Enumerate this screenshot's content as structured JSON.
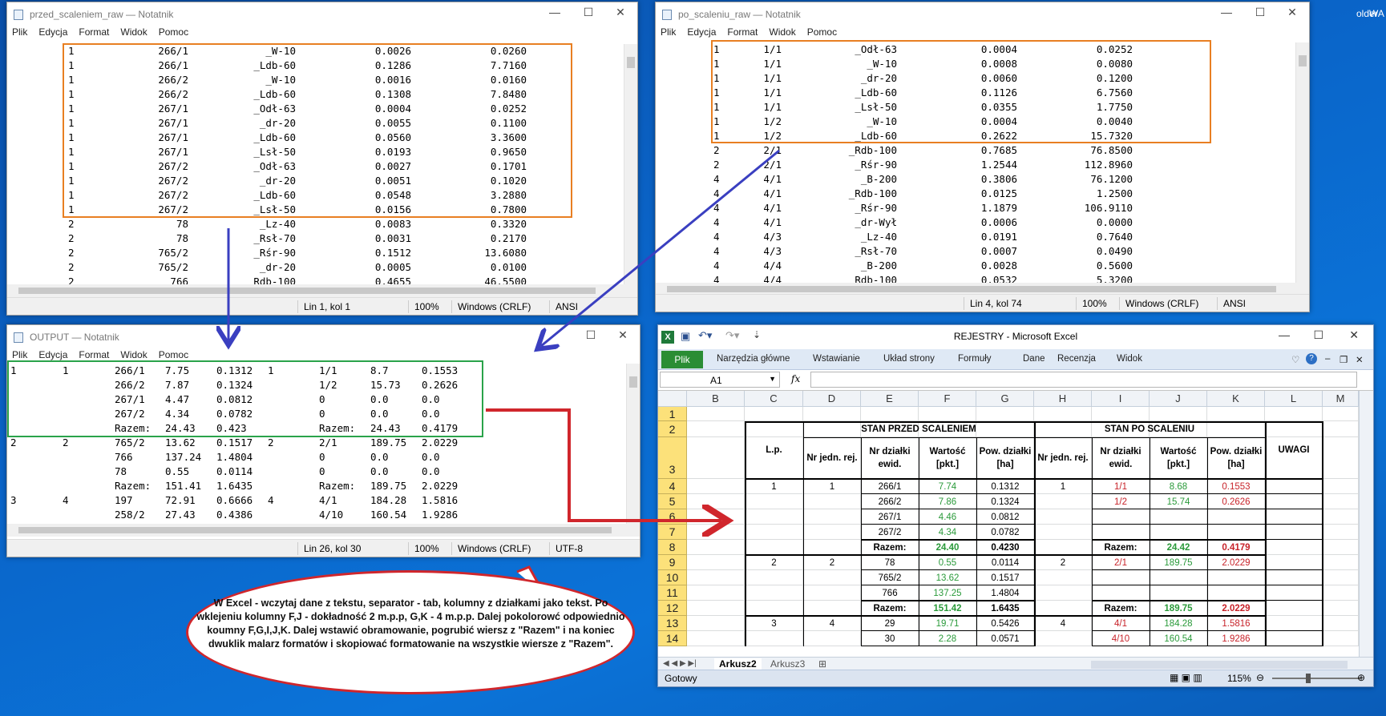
{
  "desktop": {
    "label_1": "older",
    "label_2": "WA"
  },
  "np1": {
    "title": "przed_scaleniem_raw — Notatnik",
    "menu": [
      "Plik",
      "Edycja",
      "Format",
      "Widok",
      "Pomoc"
    ],
    "rows": [
      [
        "1",
        "266/1",
        "_W-10",
        "0.0026",
        "0.0260"
      ],
      [
        "1",
        "266/1",
        "_Ldb-60",
        "0.1286",
        "7.7160"
      ],
      [
        "1",
        "266/2",
        "_W-10",
        "0.0016",
        "0.0160"
      ],
      [
        "1",
        "266/2",
        "_Ldb-60",
        "0.1308",
        "7.8480"
      ],
      [
        "1",
        "267/1",
        "_Odł-63",
        "0.0004",
        "0.0252"
      ],
      [
        "1",
        "267/1",
        "_dr-20",
        "0.0055",
        "0.1100"
      ],
      [
        "1",
        "267/1",
        "_Ldb-60",
        "0.0560",
        "3.3600"
      ],
      [
        "1",
        "267/1",
        "_Lsł-50",
        "0.0193",
        "0.9650"
      ],
      [
        "1",
        "267/2",
        "_Odł-63",
        "0.0027",
        "0.1701"
      ],
      [
        "1",
        "267/2",
        "_dr-20",
        "0.0051",
        "0.1020"
      ],
      [
        "1",
        "267/2",
        "_Ldb-60",
        "0.0548",
        "3.2880"
      ],
      [
        "1",
        "267/2",
        "_Lsł-50",
        "0.0156",
        "0.7800"
      ],
      [
        "2",
        "78",
        "_Lz-40",
        "0.0083",
        "0.3320"
      ],
      [
        "2",
        "78",
        "_Rsł-70",
        "0.0031",
        "0.2170"
      ],
      [
        "2",
        "765/2",
        "_Rśr-90",
        "0.1512",
        "13.6080"
      ],
      [
        "2",
        "765/2",
        "_dr-20",
        "0.0005",
        "0.0100"
      ],
      [
        "2",
        "766",
        "Rdb-100",
        "0.4655",
        "46.5500"
      ]
    ],
    "status": {
      "pos": "Lin 1, kol 1",
      "zoom": "100%",
      "eol": "Windows (CRLF)",
      "enc": "ANSI"
    }
  },
  "np2": {
    "title": "po_scaleniu_raw — Notatnik",
    "menu": [
      "Plik",
      "Edycja",
      "Format",
      "Widok",
      "Pomoc"
    ],
    "rows": [
      [
        "1",
        "1/1",
        "_Odł-63",
        "0.0004",
        "0.0252"
      ],
      [
        "1",
        "1/1",
        "_W-10",
        "0.0008",
        "0.0080"
      ],
      [
        "1",
        "1/1",
        "_dr-20",
        "0.0060",
        "0.1200"
      ],
      [
        "1",
        "1/1",
        "_Ldb-60",
        "0.1126",
        "6.7560"
      ],
      [
        "1",
        "1/1",
        "_Lsł-50",
        "0.0355",
        "1.7750"
      ],
      [
        "1",
        "1/2",
        "_W-10",
        "0.0004",
        "0.0040"
      ],
      [
        "1",
        "1/2",
        "_Ldb-60",
        "0.2622",
        "15.7320"
      ],
      [
        "2",
        "2/1",
        "_Rdb-100",
        "0.7685",
        "76.8500"
      ],
      [
        "2",
        "2/1",
        "_Rśr-90",
        "1.2544",
        "112.8960"
      ],
      [
        "4",
        "4/1",
        "_B-200",
        "0.3806",
        "76.1200"
      ],
      [
        "4",
        "4/1",
        "_Rdb-100",
        "0.0125",
        "1.2500"
      ],
      [
        "4",
        "4/1",
        "_Rśr-90",
        "1.1879",
        "106.9110"
      ],
      [
        "4",
        "4/1",
        "_dr-Wył",
        "0.0006",
        "0.0000"
      ],
      [
        "4",
        "4/3",
        "_Lz-40",
        "0.0191",
        "0.7640"
      ],
      [
        "4",
        "4/3",
        "_Rsł-70",
        "0.0007",
        "0.0490"
      ],
      [
        "4",
        "4/4",
        "_B-200",
        "0.0028",
        "0.5600"
      ],
      [
        "4",
        "4/4",
        "Rdb-100",
        "0.0532",
        "5.3200"
      ]
    ],
    "status": {
      "pos": "Lin 4, kol 74",
      "zoom": "100%",
      "eol": "Windows (CRLF)",
      "enc": "ANSI"
    }
  },
  "np3": {
    "title": "OUTPUT — Notatnik",
    "menu": [
      "Plik",
      "Edycja",
      "Format",
      "Widok",
      "Pomoc"
    ],
    "rows": [
      [
        "1",
        "1",
        "266/1",
        "7.75",
        "0.1312",
        "1",
        "1/1",
        "8.7",
        "0.1553"
      ],
      [
        "",
        "",
        "266/2",
        "7.87",
        "0.1324",
        "",
        "1/2",
        "15.73",
        "0.2626"
      ],
      [
        "",
        "",
        "267/1",
        "4.47",
        "0.0812",
        "",
        "0",
        "0.0",
        "0.0"
      ],
      [
        "",
        "",
        "267/2",
        "4.34",
        "0.0782",
        "",
        "0",
        "0.0",
        "0.0"
      ],
      [
        "",
        "",
        "Razem:",
        "24.43",
        "0.423",
        "",
        "Razem:",
        "24.43",
        "0.4179"
      ],
      [
        "2",
        "2",
        "765/2",
        "13.62",
        "0.1517",
        "2",
        "2/1",
        "189.75",
        "2.0229"
      ],
      [
        "",
        "",
        "766",
        "137.24",
        "1.4804",
        "",
        "0",
        "0.0",
        "0.0"
      ],
      [
        "",
        "",
        "78",
        "0.55",
        "0.0114",
        "",
        "0",
        "0.0",
        "0.0"
      ],
      [
        "",
        "",
        "Razem:",
        "151.41",
        "1.6435",
        "",
        "Razem:",
        "189.75",
        "2.0229"
      ],
      [
        "3",
        "4",
        "197",
        "72.91",
        "0.6666",
        "4",
        "4/1",
        "184.28",
        "1.5816"
      ],
      [
        "",
        "",
        "258/2",
        "27.43",
        "0.4386",
        "",
        "4/10",
        "160.54",
        "1.9286"
      ]
    ],
    "status": {
      "pos": "Lin 26, kol 30",
      "zoom": "100%",
      "eol": "Windows (CRLF)",
      "enc": "UTF-8"
    }
  },
  "excel": {
    "title": "REJESTRY  -  Microsoft Excel",
    "tab_plik": "Plik",
    "tabs": [
      "Narzędzia główne",
      "Wstawianie",
      "Układ strony",
      "Formuły",
      "Dane",
      "Recenzja",
      "Widok"
    ],
    "name_box": "A1",
    "fx": "fx",
    "columns": [
      "B",
      "C",
      "D",
      "E",
      "F",
      "G",
      "H",
      "I",
      "J",
      "K",
      "L",
      "M"
    ],
    "header_before": "STAN PRZED SCALENIEM",
    "header_after": "STAN PO SCALENIU",
    "col_headers": {
      "lp": "L.p.",
      "nr_jedn": "Nr jedn. rej.",
      "nr_dz": "Nr działki ewid.",
      "wart": "Wartość [pkt.]",
      "pow": "Pow. działki [ha]",
      "nr_jedn2": "Nr jedn. rej.",
      "nr_dz2": "Nr działki ewid.",
      "wart2": "Wartość [pkt.]",
      "pow2": "Pow. działki [ha]",
      "uwagi": "UWAGI"
    },
    "row_numbers": [
      "1",
      "2",
      "3",
      "4",
      "5",
      "6",
      "7",
      "8",
      "9",
      "10",
      "11",
      "12",
      "13",
      "14"
    ],
    "rows": [
      {
        "r": "4",
        "C": "1",
        "D": "1",
        "E": "266/1",
        "F": "7.74",
        "G": "0.1312",
        "H": "1",
        "I": "1/1",
        "J": "8.68",
        "K": "0.1553"
      },
      {
        "r": "5",
        "C": "",
        "D": "",
        "E": "266/2",
        "F": "7.86",
        "G": "0.1324",
        "H": "",
        "I": "1/2",
        "J": "15.74",
        "K": "0.2626"
      },
      {
        "r": "6",
        "C": "",
        "D": "",
        "E": "267/1",
        "F": "4.46",
        "G": "0.0812",
        "H": "",
        "I": "",
        "J": "",
        "K": ""
      },
      {
        "r": "7",
        "C": "",
        "D": "",
        "E": "267/2",
        "F": "4.34",
        "G": "0.0782",
        "H": "",
        "I": "",
        "J": "",
        "K": ""
      },
      {
        "r": "8",
        "C": "",
        "D": "",
        "E": "Razem:",
        "F": "24.40",
        "G": "0.4230",
        "H": "",
        "I": "Razem:",
        "J": "24.42",
        "K": "0.4179",
        "sum": true
      },
      {
        "r": "9",
        "C": "2",
        "D": "2",
        "E": "78",
        "F": "0.55",
        "G": "0.0114",
        "H": "2",
        "I": "2/1",
        "J": "189.75",
        "K": "2.0229"
      },
      {
        "r": "10",
        "C": "",
        "D": "",
        "E": "765/2",
        "F": "13.62",
        "G": "0.1517",
        "H": "",
        "I": "",
        "J": "",
        "K": ""
      },
      {
        "r": "11",
        "C": "",
        "D": "",
        "E": "766",
        "F": "137.25",
        "G": "1.4804",
        "H": "",
        "I": "",
        "J": "",
        "K": ""
      },
      {
        "r": "12",
        "C": "",
        "D": "",
        "E": "Razem:",
        "F": "151.42",
        "G": "1.6435",
        "H": "",
        "I": "Razem:",
        "J": "189.75",
        "K": "2.0229",
        "sum": true
      },
      {
        "r": "13",
        "C": "3",
        "D": "4",
        "E": "29",
        "F": "19.71",
        "G": "0.5426",
        "H": "4",
        "I": "4/1",
        "J": "184.28",
        "K": "1.5816"
      },
      {
        "r": "14",
        "C": "",
        "D": "",
        "E": "30",
        "F": "2.28",
        "G": "0.0571",
        "H": "",
        "I": "4/10",
        "J": "160.54",
        "K": "1.9286"
      }
    ],
    "sheets": [
      "Arkusz2",
      "Arkusz3"
    ],
    "status": "Gotowy",
    "zoom": "115%"
  },
  "callout": "W Excel  - wczytaj dane z tekstu, separator - tab, kolumny z działkami jako tekst. Po wklejeniu kolumny F,J - dokładność 2 m.p.p, G,K - 4 m.p.p. Dalej pokolorowć odpowiednio koumny F,G,I,J,K. Dalej wstawić obramowanie, pogrubić wiersz z \"Razem\" i na koniec dwuklik malarz formatów i skopiować formatowanie na wszystkie wiersze z \"Razem\".",
  "colors": {
    "orange": "#e87f22",
    "green_box": "#2aa34a",
    "arrow_blue": "#3a3fc0",
    "arrow_red": "#d0262c",
    "value_green": "#2a9a3a",
    "value_red": "#c8232a"
  }
}
